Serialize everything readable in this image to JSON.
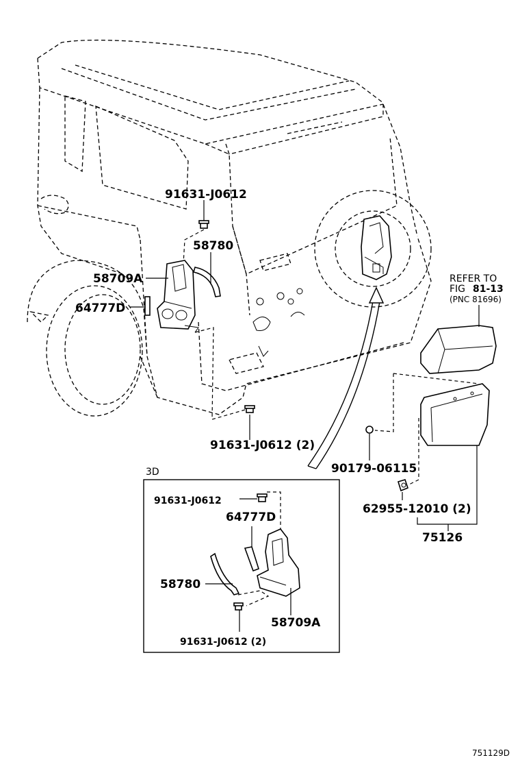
{
  "labels": {
    "bolt_top": "91631-J0612",
    "bracket_arm": "58780",
    "bracket_main": "58709A",
    "pad": "64777D",
    "bolt_bottom": "91631-J0612 (2)",
    "refer_line1": "REFER TO",
    "refer_fig_prefix": "FIG",
    "refer_fig": "81-13",
    "refer_pnc": "(PNC 81696)",
    "clip": "90179-06115",
    "screw": "62955-12010 (2)",
    "assembly": "75126",
    "diagram_code": "751129D"
  },
  "inset": {
    "title": "3D",
    "bolt_top": "91631-J0612",
    "pad": "64777D",
    "bracket_arm": "58780",
    "bracket_main": "58709A",
    "bolt_bottom": "91631-J0612 (2)"
  }
}
